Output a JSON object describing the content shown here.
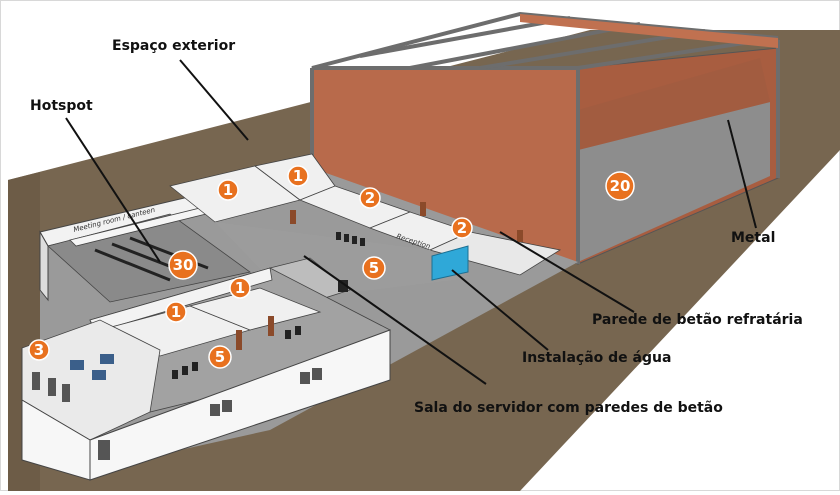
{
  "labels": {
    "exterior": "Espaço exterior",
    "hotspot": "Hotspot",
    "metal": "Metal",
    "refractory_wall": "Parede de betão refratária",
    "water": "Instalação de água",
    "server_room": "Sala do servidor com paredes de betão"
  },
  "room_text": {
    "meeting": "Meeting room / canteen",
    "reception": "Reception"
  },
  "badges": {
    "hall": "20",
    "office_a": "1",
    "office_b": "1",
    "office_c": "2",
    "office_d": "2",
    "meeting": "30",
    "corridor": "5",
    "office_e": "1",
    "office_f": "1",
    "waiting": "5",
    "front": "3"
  },
  "colors": {
    "badge": "#e8711f",
    "ground": "#776650",
    "roof": "#b86a4b"
  }
}
